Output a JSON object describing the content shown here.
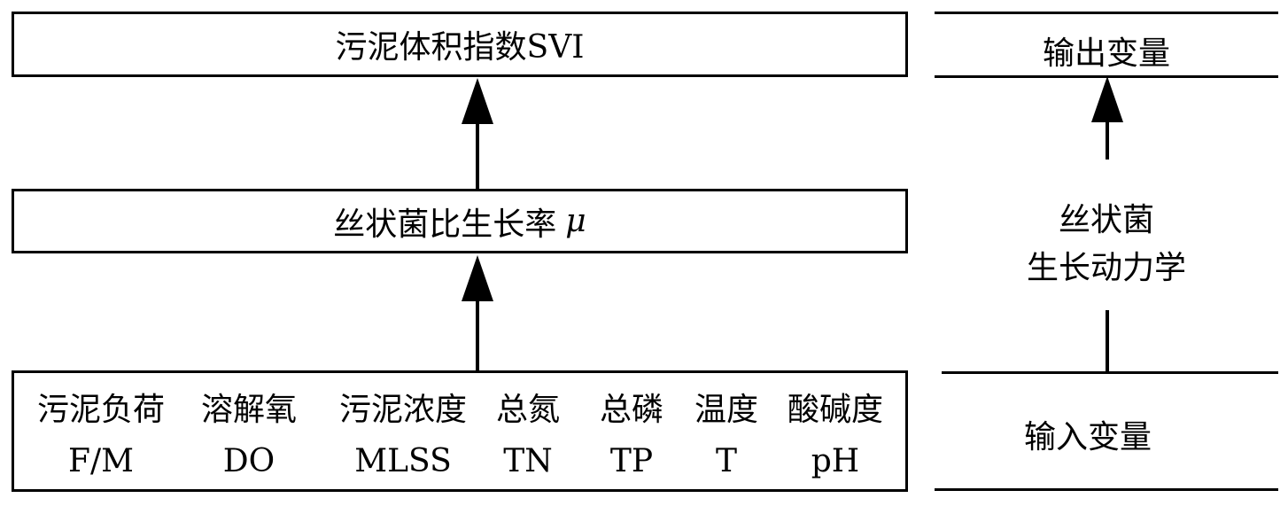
{
  "left_chain": {
    "output_box": "污泥体积指数SVI",
    "middle_box": {
      "text": "丝状菌比生长率",
      "symbol": "μ"
    },
    "input_variables": [
      {
        "name": "污泥负荷",
        "code": "F/M"
      },
      {
        "name": "溶解氧",
        "code": "DO"
      },
      {
        "name": "污泥浓度",
        "code": "MLSS"
      },
      {
        "name": "总氮",
        "code": "TN"
      },
      {
        "name": "总磷",
        "code": "TP"
      },
      {
        "name": "温度",
        "code": "T"
      },
      {
        "name": "酸碱度",
        "code": "pH"
      }
    ]
  },
  "right_legend": {
    "output_label": "输出变量",
    "mechanism_line1": "丝状菌",
    "mechanism_line2": "生长动力学",
    "input_label": "输入变量"
  }
}
